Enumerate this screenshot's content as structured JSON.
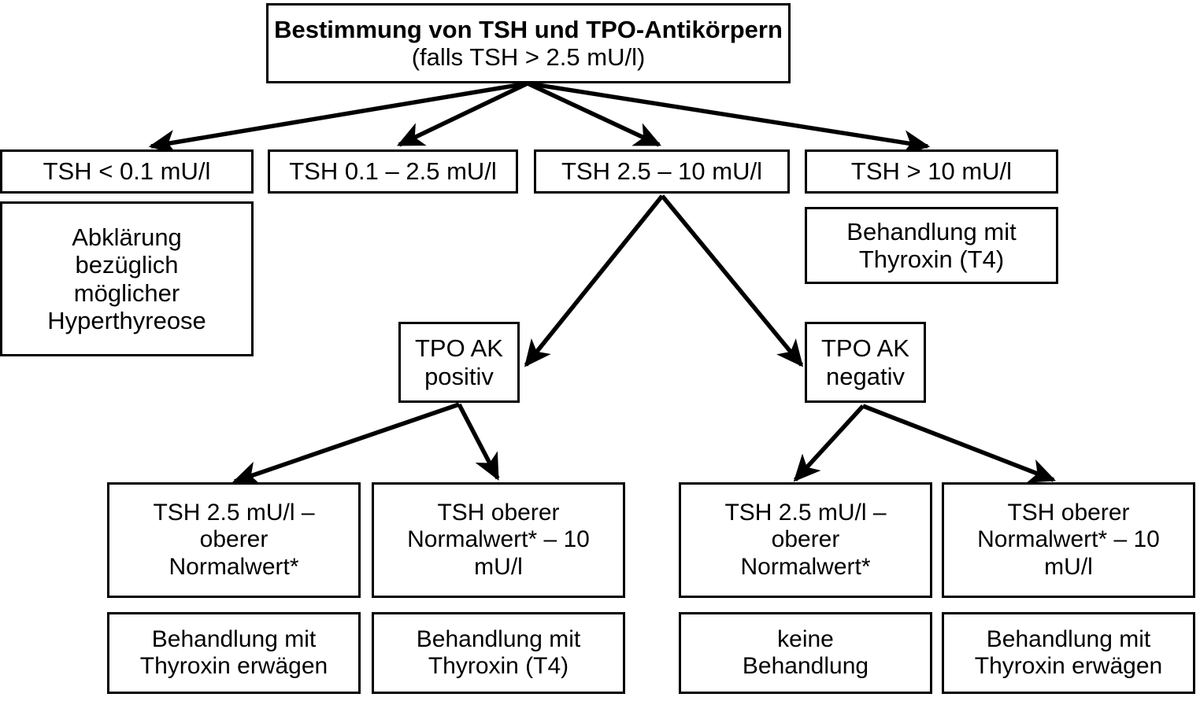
{
  "diagram": {
    "title_node": {
      "bold_text": "Bestimmung von TSH und TPO-Antikörpern",
      "normal_text": " (falls TSH > 2.5 mU/l)"
    },
    "level2": [
      {
        "id": "tsh-lt-0-1",
        "label": "TSH < 0.1 mU/l"
      },
      {
        "id": "tsh-0-1-2-5",
        "label": "TSH  0.1 – 2.5 mU/l"
      },
      {
        "id": "tsh-2-5-10",
        "label": "TSH  2.5 – 10 mU/l"
      },
      {
        "id": "tsh-gt-10",
        "label": "TSH  > 10 mU/l"
      }
    ],
    "outcomes_level2": [
      {
        "id": "abklaerung-hyperthyreose",
        "label": "Abklärung\nbezüglich\nmöglicher\nHyperthyreose"
      },
      {
        "id": "behandlung-thyroxin-t4",
        "label": "Behandlung mit\nThyroxin (T4)"
      }
    ],
    "tpo": [
      {
        "id": "tpo-ak-positiv",
        "label": "TPO AK\npositiv"
      },
      {
        "id": "tpo-ak-negativ",
        "label": "TPO AK\nnegativ"
      }
    ],
    "ranges": [
      {
        "id": "range-pos-low",
        "label": "TSH 2.5 mU/l –\noberer\nNormalwert*"
      },
      {
        "id": "range-pos-high",
        "label": "TSH  oberer\nNormalwert* – 10\nmU/l"
      },
      {
        "id": "range-neg-low",
        "label": "TSH 2.5 mU/l –\noberer\nNormalwert*"
      },
      {
        "id": "range-neg-high",
        "label": "TSH  oberer\nNormalwert* – 10\nmU/l"
      }
    ],
    "treatments": [
      {
        "id": "treat-pos-low",
        "label": "Behandlung mit\nThyroxin  erwägen"
      },
      {
        "id": "treat-pos-high",
        "label": "Behandlung mit\nThyroxin (T4)"
      },
      {
        "id": "treat-neg-low",
        "label": "keine\nBehandlung"
      },
      {
        "id": "treat-neg-high",
        "label": "Behandlung mit\nThyroxin  erwägen"
      }
    ],
    "colors": {
      "stroke": "#000000",
      "fill": "#ffffff",
      "text": "#000000"
    }
  }
}
